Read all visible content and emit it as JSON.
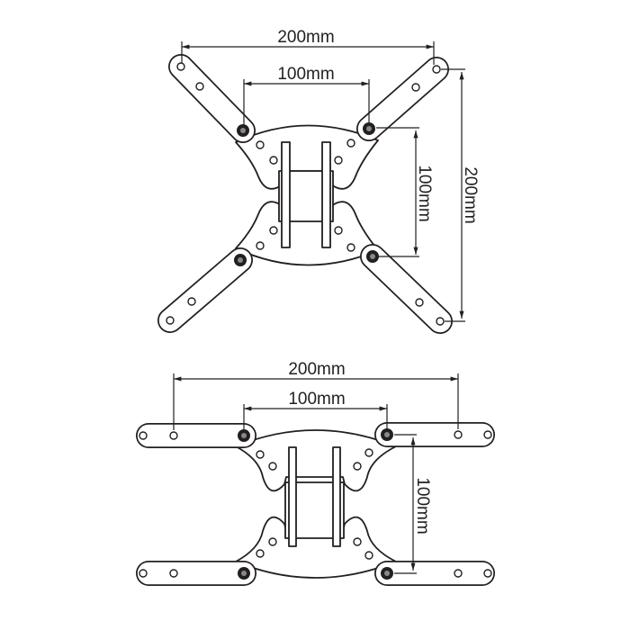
{
  "diagrams": {
    "diagonal": {
      "width_outer": "200mm",
      "width_inner": "100mm",
      "height_inner": "100mm",
      "height_outer": "200mm"
    },
    "horizontal": {
      "width_outer": "200mm",
      "width_inner": "100mm",
      "height_inner": "100mm"
    }
  },
  "colors": {
    "line": "#231f20",
    "background": "#ffffff"
  }
}
